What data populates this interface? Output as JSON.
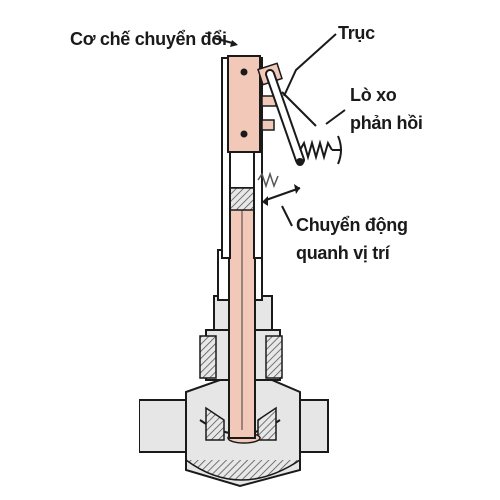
{
  "labels": {
    "mechanism": "Cơ chế chuyển đổi",
    "shaft": "Trục",
    "spring_line1": "Lò xo",
    "spring_line2": "phản hồi",
    "motion_line1": "Chuyển động",
    "motion_line2": "quanh vị trí"
  },
  "colors": {
    "stem": "#f2c9b8",
    "outline": "#1a1a1a",
    "metal_gray": "#d9d9d9",
    "hatch": "#555555"
  }
}
